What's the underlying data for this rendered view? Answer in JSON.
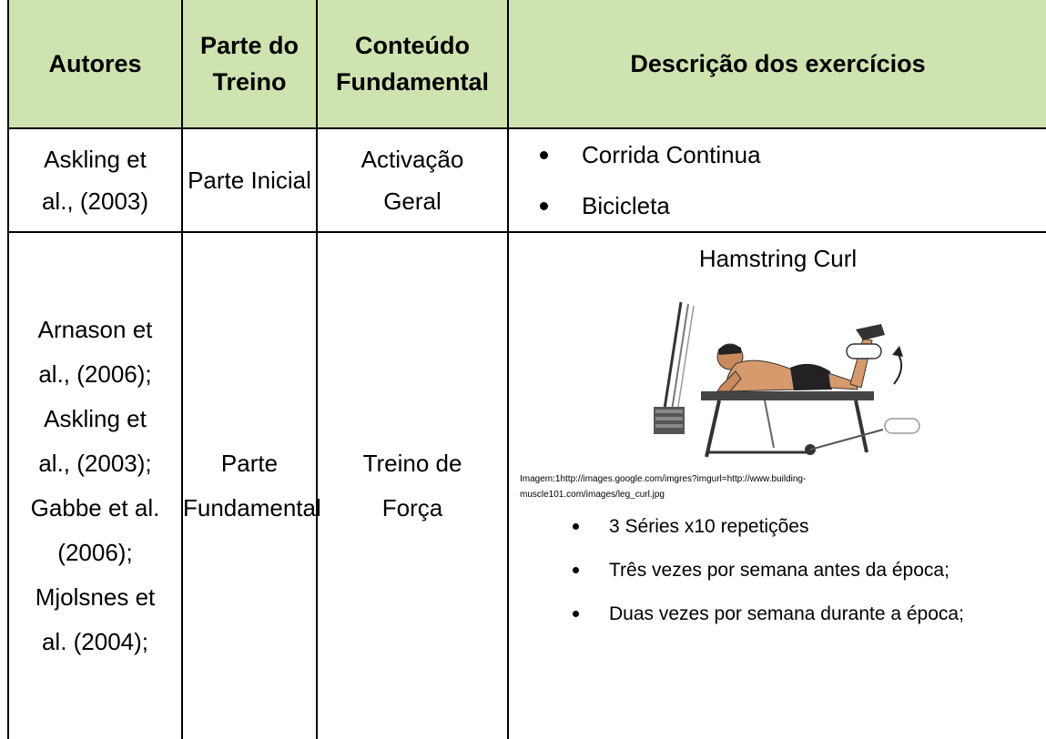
{
  "table": {
    "headers": {
      "autores": "Autores",
      "parte_line1": "Parte do",
      "parte_line2": "Treino",
      "conteudo_line1": "Conteúdo",
      "conteudo_line2": "Fundamental",
      "descricao": "Descrição dos exercícios"
    },
    "row1": {
      "autores_line1": "Askling et",
      "autores_line2": "al., (2003)",
      "parte": "Parte Inicial",
      "conteudo_line1": "Activação",
      "conteudo_line2": "Geral",
      "bullets": [
        "Corrida Continua",
        "Bicicleta"
      ]
    },
    "row2": {
      "autores_lines": [
        "Arnason et",
        "al., (2006);",
        "Askling et",
        "al., (2003);",
        "Gabbe et al.",
        "(2006);",
        "Mjolsnes et",
        "al. (2004);"
      ],
      "parte_line1": "Parte",
      "parte_line2": "Fundamental",
      "conteudo_line1": "Treino de",
      "conteudo_line2": "Força",
      "exercise_title": "Hamstring Curl",
      "image_caption_line1": "Imagem:1http://images.google.com/imgres?imgurl=http://www.building-",
      "image_caption_line2": "muscle101.com/images/leg_curl.jpg",
      "bullets": [
        "3 Séries x10 repetições",
        "Três vezes por semana antes da época;",
        "Duas vezes por semana durante a época;"
      ]
    },
    "colors": {
      "header_bg": "#cfe3b0",
      "border": "#000000"
    }
  }
}
